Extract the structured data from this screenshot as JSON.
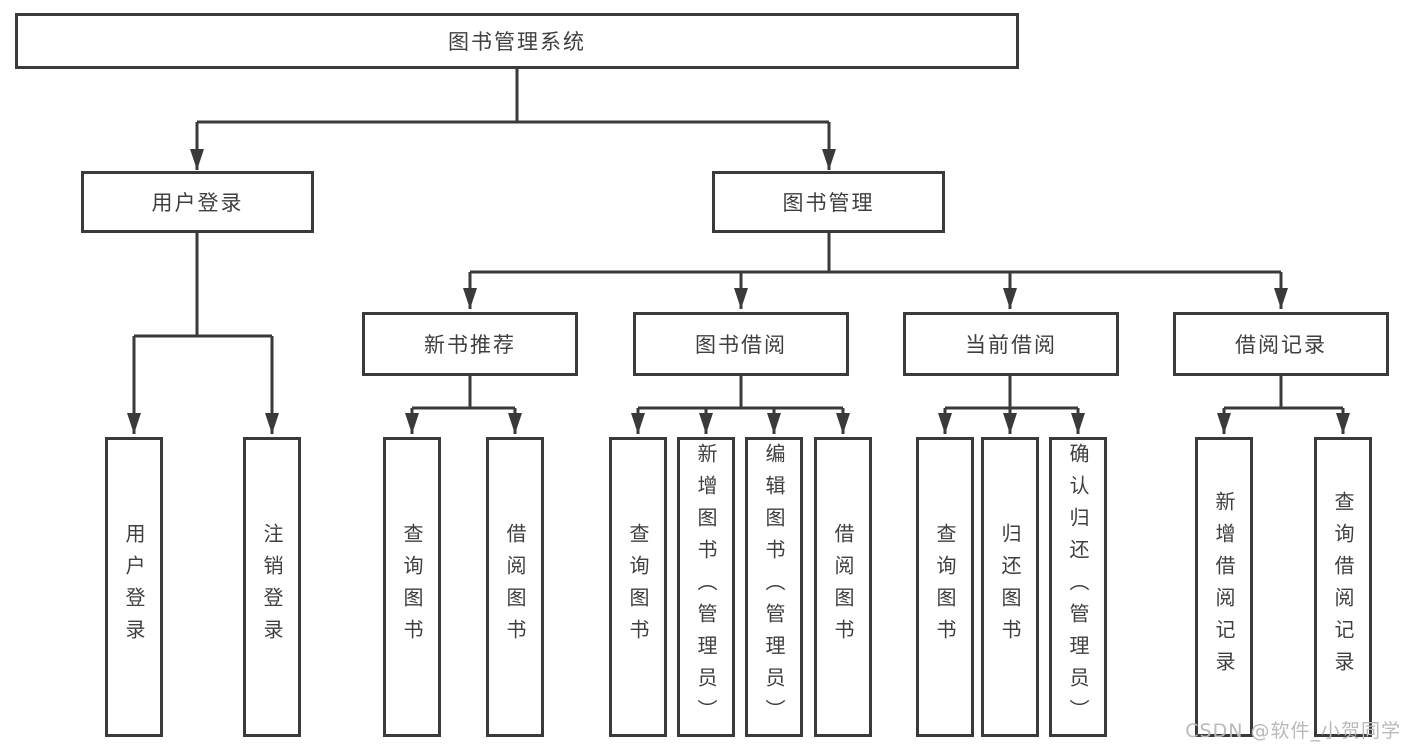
{
  "diagram": {
    "type": "tree",
    "root": {
      "label": "图书管理系统"
    },
    "branches": [
      {
        "label": "用户登录",
        "children": [
          {
            "label": "用户登录"
          },
          {
            "label": "注销登录"
          }
        ]
      },
      {
        "label": "图书管理",
        "children": [
          {
            "label": "新书推荐",
            "children": [
              {
                "label": "查询图书"
              },
              {
                "label": "借阅图书"
              }
            ]
          },
          {
            "label": "图书借阅",
            "children": [
              {
                "label": "查询图书"
              },
              {
                "label": "新增图书（管理员）"
              },
              {
                "label": "编辑图书（管理员）"
              },
              {
                "label": "借阅图书"
              }
            ]
          },
          {
            "label": "当前借阅",
            "children": [
              {
                "label": "查询图书"
              },
              {
                "label": "归还图书"
              },
              {
                "label": "确认归还（管理员）"
              }
            ]
          },
          {
            "label": "借阅记录",
            "children": [
              {
                "label": "新增借阅记录"
              },
              {
                "label": "查询借阅记录"
              }
            ]
          }
        ]
      }
    ]
  },
  "watermark": {
    "text": "CSDN @软件_小贺同学"
  },
  "colors": {
    "line": "#3a3a3a",
    "text": "#3f3f3f",
    "watermark": "#bababa",
    "background": "#ffffff"
  }
}
